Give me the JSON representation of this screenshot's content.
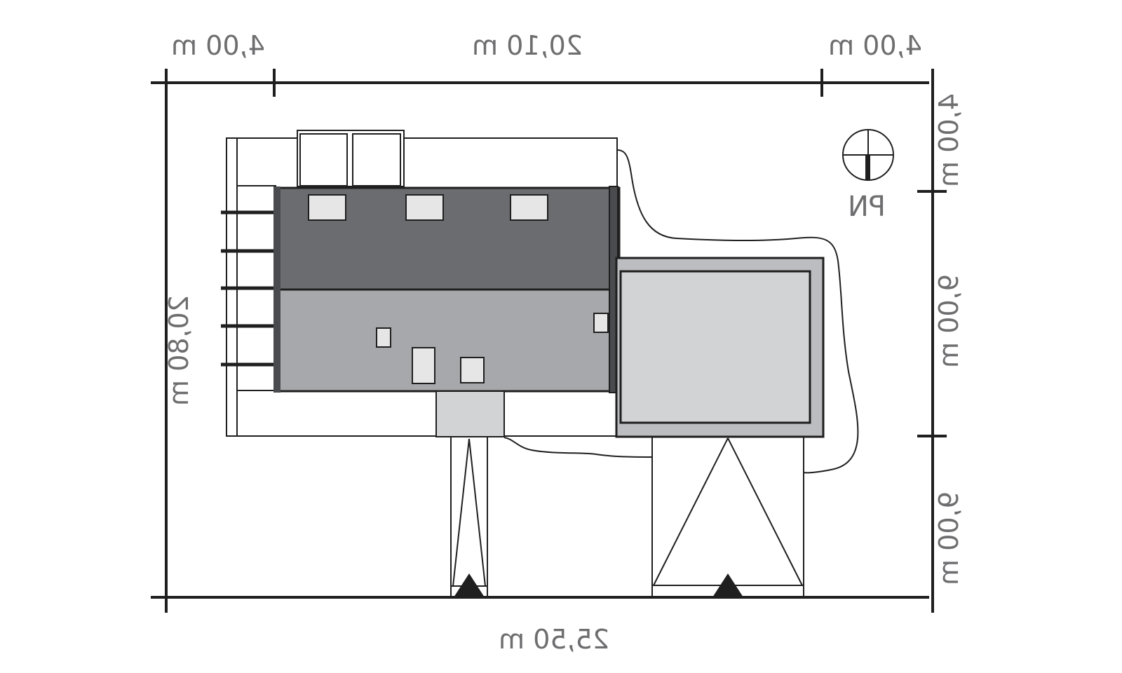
{
  "dimensions": {
    "top_left_offset": "4,00 m",
    "top_building_length": "20,10 m",
    "top_right_offset": "4,00 m",
    "right_top_offset": "4,00 m",
    "right_garage_width": "9,00 m",
    "right_bottom_offset": "9,00 m",
    "left_plot_depth": "20,80 m",
    "bottom_plot_width": "25,50 m"
  },
  "compass": {
    "label": "PN"
  },
  "colors": {
    "roof_dark": "#6b6c70",
    "roof_light": "#a7a8ab",
    "garage_roof": "#d2d3d5",
    "garage_rim": "#bcbdc0",
    "porch": "#d2d3d5",
    "skylight": "#e6e6e7",
    "dimension_text": "#6e6e70",
    "line": "#1f1f1f",
    "entry_marker": "#1f1f1f"
  }
}
